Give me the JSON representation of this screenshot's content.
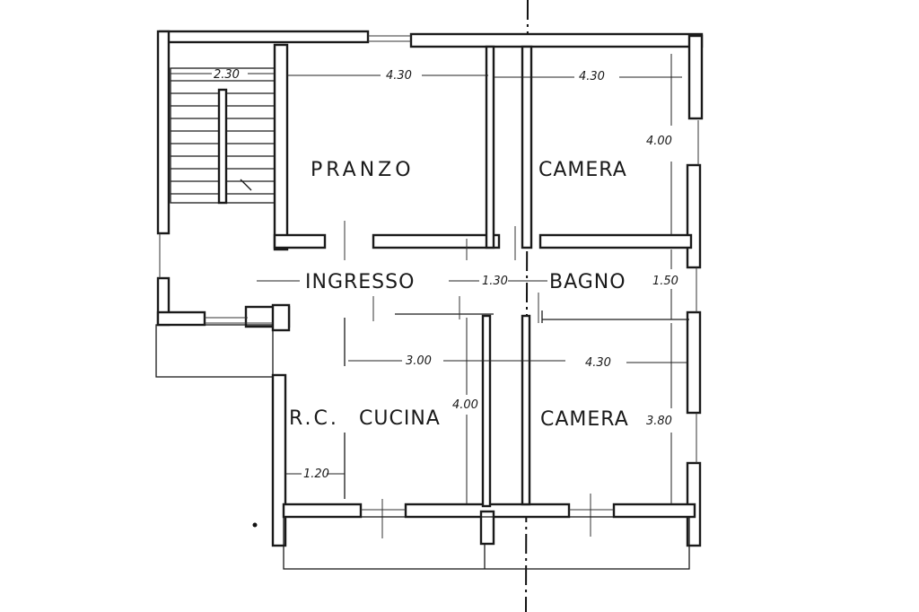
{
  "rooms": {
    "pranzo": "PRANZO",
    "camera_top": "CAMERA",
    "ingresso": "INGRESSO",
    "bagno": "BAGNO",
    "rc": "R.C.",
    "cucina": "CUCINA",
    "camera_bottom": "CAMERA"
  },
  "dimensions": {
    "stair_width": "2.30",
    "pranzo_width": "4.30",
    "camera_top_width": "4.30",
    "camera_top_depth": "4.00",
    "corridor_depth": "1.30",
    "bagno_depth": "1.50",
    "cucina_width": "3.00",
    "camera_bottom_width": "4.30",
    "cucina_depth": "4.00",
    "camera_bottom_depth": "3.80",
    "rc_width": "1.20"
  }
}
